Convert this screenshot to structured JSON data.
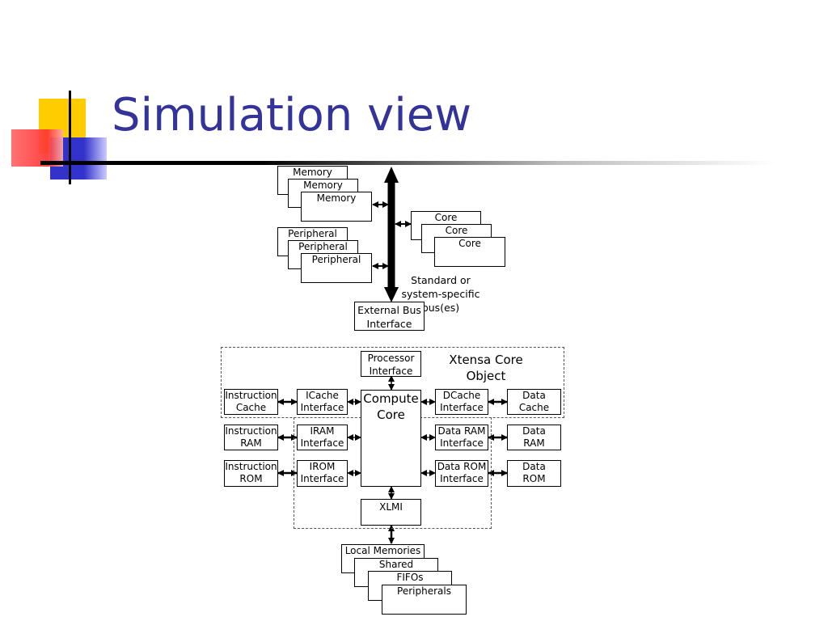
{
  "slide": {
    "title": "Simulation view"
  },
  "diagram": {
    "memory_stack": [
      "Memory",
      "Memory",
      "Memory"
    ],
    "peripheral_stack": [
      "Peripheral",
      "Peripheral",
      "Peripheral"
    ],
    "core_stack": [
      "Core",
      "Core",
      "Core"
    ],
    "bus_label": "Standard or\nsystem-specific\nbus(es)",
    "external_bus_interface": "External Bus\nInterface",
    "processor_interface": "Processor\nInterface",
    "xtensa_label": "Xtensa Core\nObject",
    "compute_core": "Compute\nCore",
    "xlmi": "XLMI",
    "left_memories": [
      "Instruction\nCache",
      "Instruction\nRAM",
      "Instruction\nROM"
    ],
    "left_interfaces": [
      "ICache\nInterface",
      "IRAM\nInterface",
      "IROM\nInterface"
    ],
    "right_interfaces": [
      "DCache\nInterface",
      "Data RAM\nInterface",
      "Data ROM\nInterface"
    ],
    "right_memories": [
      "Data Cache",
      "Data\nRAM",
      "Data\nROM"
    ],
    "local_stack": [
      "Local Memories",
      "Shared",
      "FIFOs",
      "Peripherals"
    ]
  }
}
